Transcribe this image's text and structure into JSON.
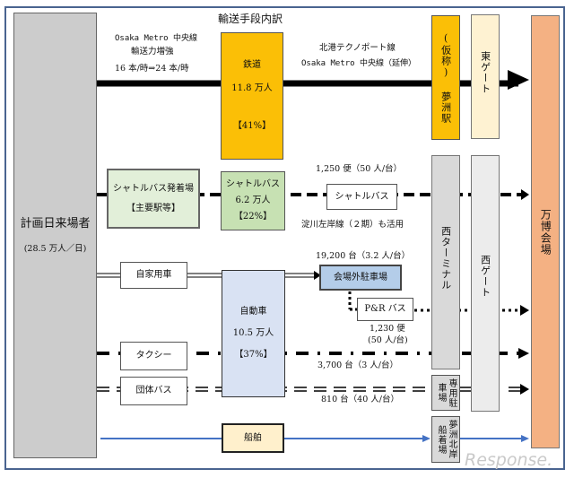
{
  "title": "輸送手段内訳",
  "visitors": {
    "label": "計画日来場者",
    "count": "(28.5 万人／日)"
  },
  "rail": {
    "note_line1": "Osaka Metro 中央線",
    "note_line2": "輸送力増強",
    "note_line3": "16 本/時⇒24 本/時",
    "box_label": "鉄道",
    "box_value": "11.8 万人",
    "box_share": "【41%】",
    "route_line1": "北港テクノポート線",
    "route_line2": "Osaka Metro 中央線（延伸）",
    "station": "(仮称) 夢洲駅"
  },
  "east_gate": "東ゲート",
  "shuttle": {
    "depot_line1": "シャトルバス発着場",
    "depot_line2": "【主要駅等】",
    "box_label": "シャトルバス",
    "box_value": "6.2 万人",
    "box_share": "【22%】",
    "frequency": "1,250 便（50 人/台）",
    "route_box": "シャトルバス",
    "note": "淀川左岸線（２期）も活用"
  },
  "car": {
    "private_car": "自家用車",
    "box_label": "自動車",
    "box_value": "10.5 万人",
    "box_share": "【37%】",
    "parking_capacity": "19,200 台（3.2 人/台）",
    "parking_box": "会場外駐車場",
    "pr_bus": "P&R バス",
    "pr_frequency_line1": "1,230 便",
    "pr_frequency_line2": "(50 人/台)",
    "taxi": "タクシー",
    "taxi_count": "3,700 台（3 人/台）",
    "group_bus": "団体バス",
    "group_bus_count": "810 台（40 人/台）",
    "dedicated_parking": "専用駐車場"
  },
  "west_terminal": "西ターミナル",
  "west_gate": "西ゲート",
  "ship": {
    "box_label": "船舶",
    "pier": "夢洲北岸船着場"
  },
  "venue": "万博会場",
  "watermark": "Response.",
  "colors": {
    "rail": "#fbbf06",
    "gate_east": "#fef2d2",
    "shuttle_box": "#c7e1b3",
    "shuttle_depot": "#e2efd9",
    "car_box": "#d9e2f3",
    "parking_box": "#b4cde9",
    "terminal": "#d9d9d9",
    "west_gate": "#ececec",
    "venue": "#f4b183",
    "ship_box": "#fff0cc",
    "visitors_box": "#cccccc",
    "ship_line": "#4472c4",
    "frame": "#4a6490"
  }
}
